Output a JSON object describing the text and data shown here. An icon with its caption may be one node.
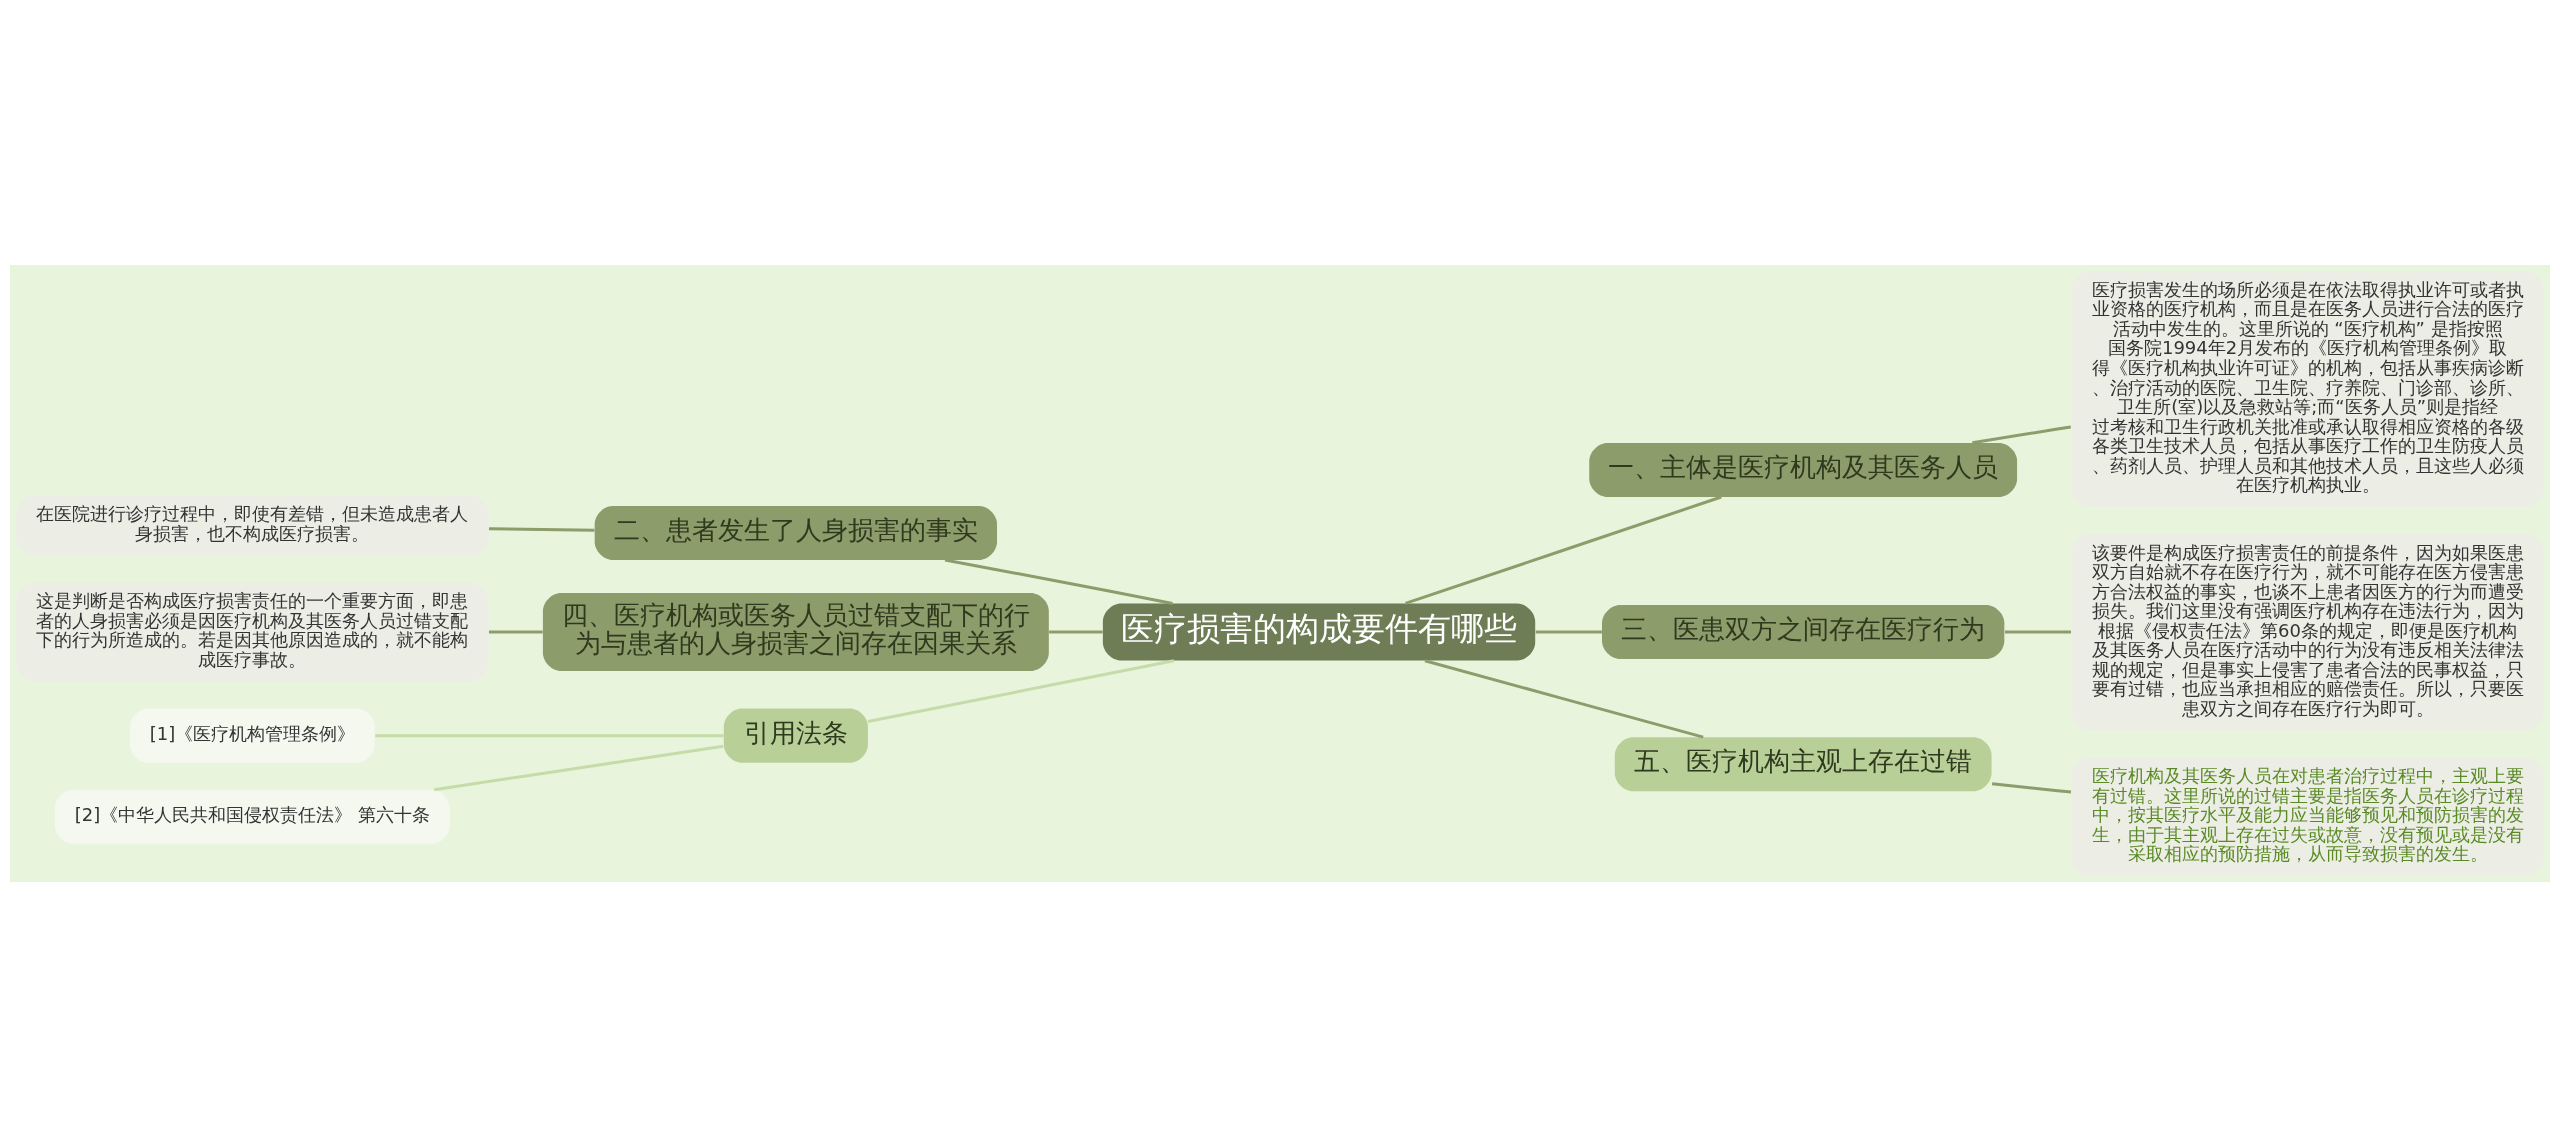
{
  "diagram": {
    "nodes": [
      {
        "text": [
          "医疗损害的构成要件有哪些"
        ]
      },
      {
        "text": [
          "一、主体是医疗机构及其医务人员"
        ]
      },
      {
        "text": [
          "医疗损害发生的场所必须是在依法取得执业许可或者执业资格的医疗机构，而且是在医务人员进行合法的医疗活动中发生的。这里所说的 “医疗机构” 是指按照国务院1994年2月发布的《医疗机构管理条例》取得《医疗机构执业许可证》的机构，包括从事疾病诊断、治疗活动的医院、卫生院、疗养院、门诊部、诊所、卫生所(室)以及急救站等;而“医务人员”则是指经过考核和卫生行政机关批准或承认取得相应资格的各级各类卫生技术人员，包括从事医疗工作的卫生防疫人员、药剂人员、护理人员和其他技术人员，且这些人必须在医疗机构执业。"
        ]
      },
      {
        "text": [
          "三、医患双方之间存在医疗行为"
        ]
      },
      {
        "text": [
          "该要件是构成医疗损害责任的前提条件，因为如果医患双方自始就不存在医疗行为，就不可能存在医方侵害患方合法权益的事实，也谈不上患者因医方的行为而遭受损失。我们这里没有强调医疗机构存在违法行为，因为根据《侵权责任法》第60条的规定，即便是医疗机构及其医务人员在医疗活动中的行为没有违反相关法律法规的规定，但是事实上侵害了患者合法的民事权益，只要有过错，也应当承担相应的赔偿责任。所以，只要医患双方之间存在医疗行为即可。"
        ]
      },
      {
        "text": [
          "五、医疗机构主观上存在过错"
        ]
      },
      {
        "text": [
          "医疗机构及其医务人员在对患者治疗过程中，主观上要有过错。这里所说的过错主要是指医务人员在诊疗过程中，按其医疗水平及能力应当能够预见和预防损害的发生，由于其主观上存在过失或故意，没有预见或是没有采取相应的预防措施，从而导致损害的发生。"
        ]
      },
      {
        "text": [
          "二、患者发生了人身损害的事实"
        ]
      },
      {
        "text": [
          "在医院进行诊疗过程中，即使有差错，但未造成患者人身损害，也不构成医疗损害。"
        ]
      },
      {
        "text": [
          "四、医疗机构或医务人员过错支配下的行为与患者的人身损害之间存在因果关系"
        ]
      },
      {
        "text": [
          "这是判断是否构成医疗损害责任的一个重要方面，即患者的人身损害必须是因医疗机构及其医务人员过错支配下的行为所造成的。若是因其他原因造成的，就不能构成医疗事故。"
        ]
      },
      {
        "text": [
          "引用法条"
        ]
      },
      {
        "text": [
          "[1]《医疗机构管理条例》"
        ]
      },
      {
        "text": [
          "[2]《中华人民共和国侵权责任法》 第六十条"
        ]
      }
    ],
    "edges": [
      {
        "from": 0,
        "to": 1,
        "arrow": "none"
      },
      {
        "from": 1,
        "to": 2,
        "arrow": "none"
      },
      {
        "from": 0,
        "to": 3,
        "arrow": "none"
      },
      {
        "from": 3,
        "to": 4,
        "arrow": "none"
      },
      {
        "from": 0,
        "to": 5,
        "arrow": "none"
      },
      {
        "from": 5,
        "to": 6,
        "arrow": "none"
      },
      {
        "from": 0,
        "to": 7,
        "arrow": "none"
      },
      {
        "from": 7,
        "to": 8,
        "arrow": "none"
      },
      {
        "from": 0,
        "to": 9,
        "arrow": "none"
      },
      {
        "from": 9,
        "to": 10,
        "arrow": "none"
      },
      {
        "from": 0,
        "to": 11,
        "arrow": "none",
        "color": "#c5dcaa"
      },
      {
        "from": 11,
        "to": 12,
        "arrow": "none",
        "color": "#c5dcaa"
      },
      {
        "from": 11,
        "to": 13,
        "arrow": "none",
        "color": "#c5dcaa"
      }
    ]
  }
}
